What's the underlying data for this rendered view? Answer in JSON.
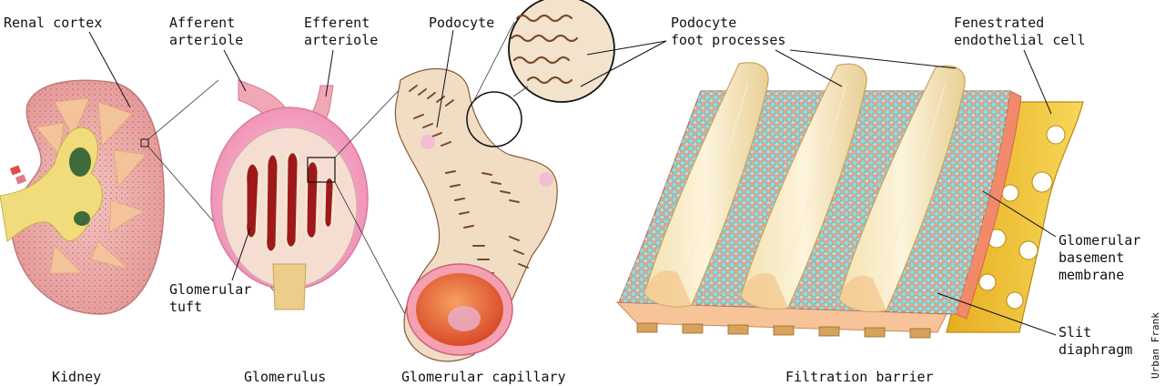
{
  "labels": {
    "renal_cortex": "Renal cortex",
    "afferent_arteriole": "Afferent\narteriole",
    "efferent_arteriole": "Efferent\narteriole",
    "podocyte": "Podocyte",
    "podocyte_foot_processes": "Podocyte\nfoot processes",
    "fenestrated_endothelial_cell": "Fenestrated\nendothelial cell",
    "glomerular_tuft": "Glomerular\ntuft",
    "glomerular_basement_membrane": "Glomerular\nbasement\nmembrane",
    "slit_diaphragm": "Slit\ndiaphragm"
  },
  "captions": {
    "kidney": "Kidney",
    "glomerulus": "Glomerulus",
    "glomerular_capillary": "Glomerular capillary",
    "filtration_barrier": "Filtration barrier"
  },
  "credit": "Urban Frank",
  "colors": {
    "kidney_pink": "#e9a9a9",
    "cortex_dots": "#a46464",
    "medulla_orange": "#f3c49c",
    "pelvis_yellow": "#f0dc7a",
    "arteriole_pink": "#f1a7b6",
    "capillary_red": "#9e1a1a",
    "podocyte_beige": "#f0ddc4",
    "foot_brown": "#7a4a2a",
    "sphere_cyan": "#8fdbe0",
    "membrane_salmon": "#f79f7f",
    "endothelial_yellow": "#f2c43a"
  }
}
